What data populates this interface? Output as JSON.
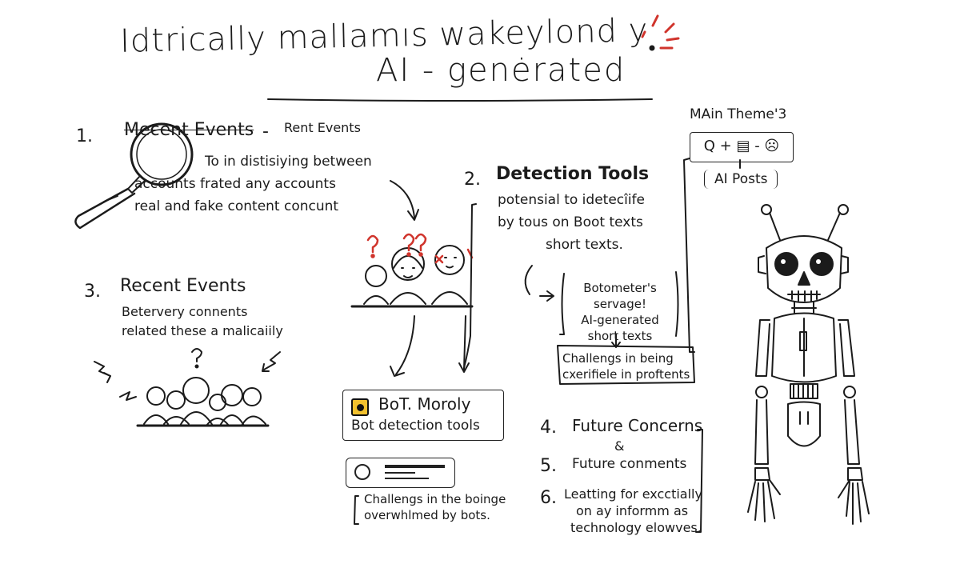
{
  "title": {
    "line1": "Idtrically mallamıs wakeylond y",
    "line2": "AI - genėrated"
  },
  "section1": {
    "number": "1.",
    "heading": "Mecent Events",
    "dash": "-",
    "subheading": "Rent Events",
    "text_lines": [
      "To in distisiying between",
      "accounts frated any accounts",
      "real and fake content concunt"
    ]
  },
  "section2": {
    "number": "2.",
    "heading": "Detection Tools",
    "text_lines": [
      "potensial to idetecîife",
      "by tous on Boot texts",
      "short texts."
    ],
    "botometer_lines": [
      "Botometer's servage!",
      "AI-generated",
      "short texts"
    ],
    "challenge_lines": [
      "Challengs in being",
      "cxerifiele in proftents"
    ]
  },
  "section3": {
    "number": "3.",
    "heading": "Recent Events",
    "text_lines": [
      "Betervery connents",
      "related these a malicaiily"
    ]
  },
  "bot_box": {
    "title": "BoT. Moroly",
    "subtitle": "Bot detection tools"
  },
  "challenge_bottom_lines": [
    "Challengs in the boinge",
    "overwhlmed by bots."
  ],
  "section4": {
    "number": "4.",
    "heading": "Future Concerns",
    "amp": "&"
  },
  "section5": {
    "number": "5.",
    "text": "Future conments"
  },
  "section6": {
    "number": "6.",
    "text_lines": [
      "Leatting for excctially",
      "on ay informm as",
      "technology elowves."
    ]
  },
  "main_theme": {
    "label": "MAin Theme'3",
    "icons": "Q + ▤ - ☹",
    "posts": "AI Posts"
  },
  "colors": {
    "ink": "#1b1b1b",
    "accent_red": "#d0342c",
    "yellow": "#f2c12e"
  }
}
